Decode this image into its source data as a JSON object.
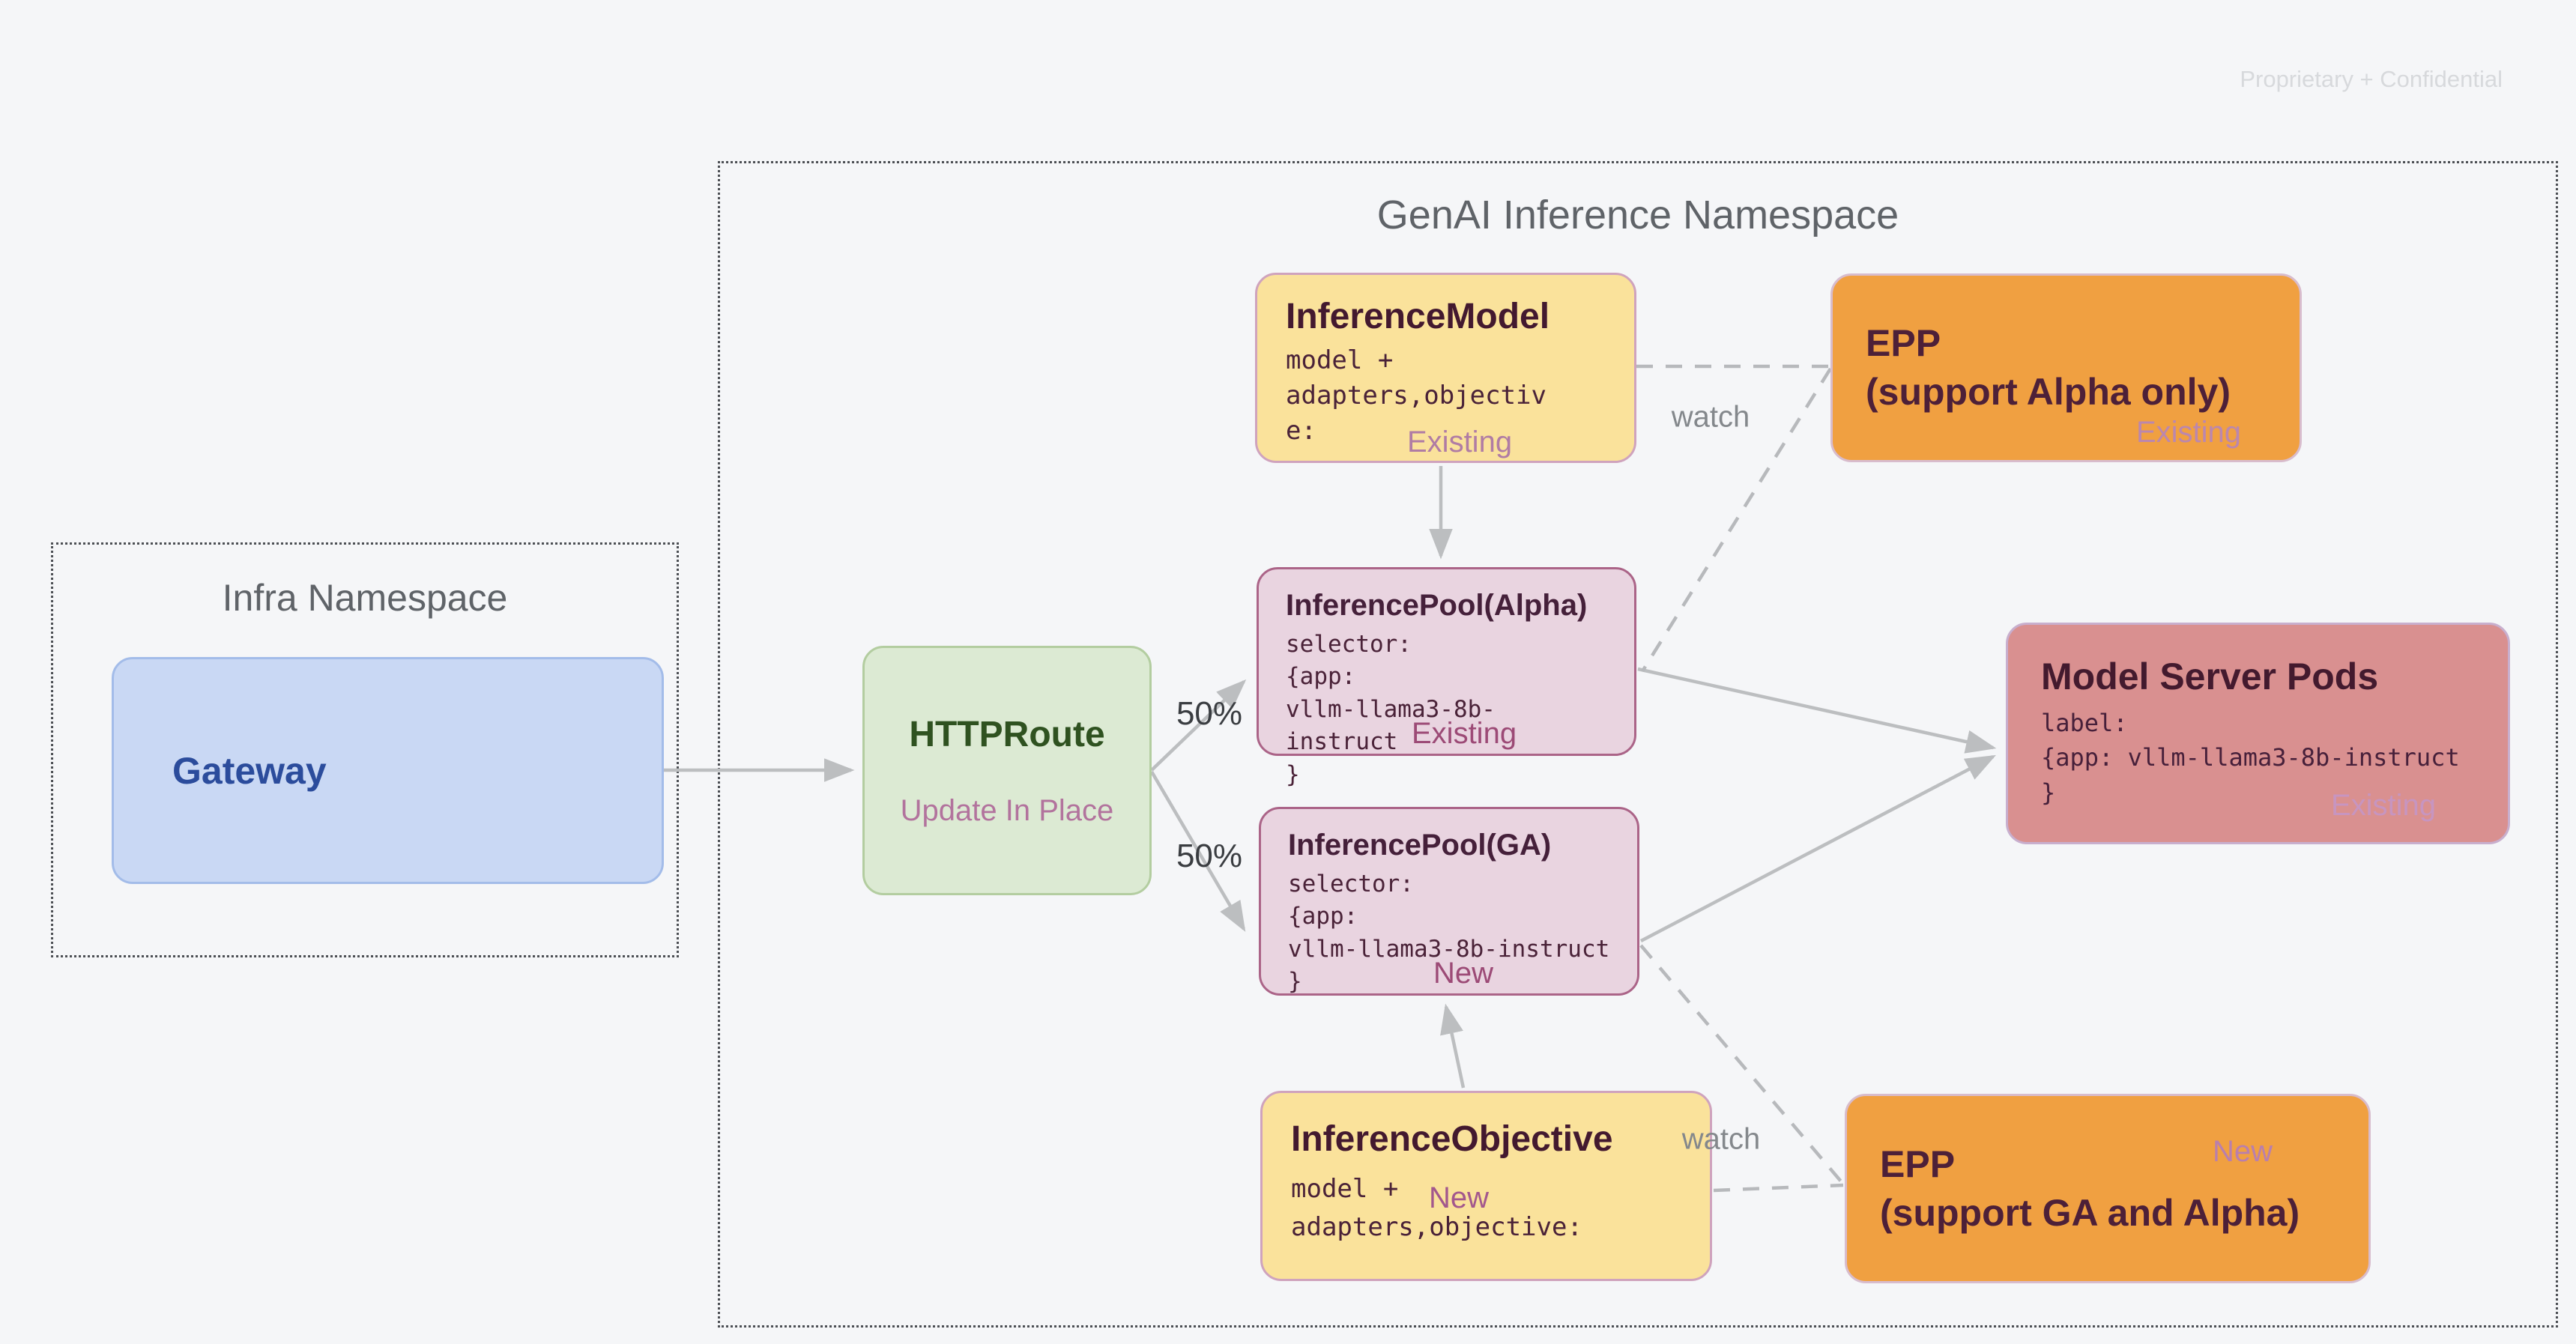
{
  "watermark": "Proprietary + Confidential",
  "namespaces": {
    "infra": {
      "title": "Infra Namespace"
    },
    "genai": {
      "title": "GenAI Inference Namespace"
    }
  },
  "nodes": {
    "gateway": {
      "title": "Gateway"
    },
    "httproute": {
      "title": "HTTPRoute",
      "subtitle": "Update In Place"
    },
    "inference_model": {
      "title": "InferenceModel",
      "code": [
        "model +",
        "adapters,objectiv",
        "e:"
      ],
      "status": "Existing"
    },
    "epp_alpha": {
      "title": "EPP",
      "subtitle": "(support Alpha only)",
      "status": "Existing"
    },
    "pool_alpha": {
      "title": "InferencePool(Alpha)",
      "code": [
        "selector:",
        "{app:",
        "vllm-llama3-8b-instruct",
        "}"
      ],
      "status": "Existing"
    },
    "pool_ga": {
      "title": "InferencePool(GA)",
      "code": [
        "selector:",
        "{app:",
        "vllm-llama3-8b-instruct",
        "}"
      ],
      "status": "New"
    },
    "model_server_pods": {
      "title": "Model Server Pods",
      "code": [
        "label:",
        "{app: vllm-llama3-8b-instruct",
        "}"
      ],
      "status": "Existing"
    },
    "inference_objective": {
      "title": "InferenceObjective",
      "code": [
        "model +",
        "adapters,objective:"
      ],
      "status": "New"
    },
    "epp_ga": {
      "title": "EPP",
      "subtitle": "(support GA and Alpha)",
      "status": "New"
    }
  },
  "edge_labels": {
    "split_top": "50%",
    "split_bottom": "50%",
    "watch_top": "watch",
    "watch_bottom": "watch"
  },
  "palette": {
    "background": "#f5f6f8",
    "yellow_fill": "#fae29b",
    "yellow_border": "#cfa3bd",
    "pool_fill": "#e9d4e0",
    "pool_border": "#ab6488",
    "pods_fill": "#d99090",
    "orange_fill": "#f0a041",
    "green_fill": "#dcead3",
    "blue_fill": "#c9d8f4",
    "arrow_gray": "#bcbec0",
    "status_purple": "#9c4a76",
    "title_maroon": "#43192f",
    "namespace_gray": "#5f6368"
  }
}
